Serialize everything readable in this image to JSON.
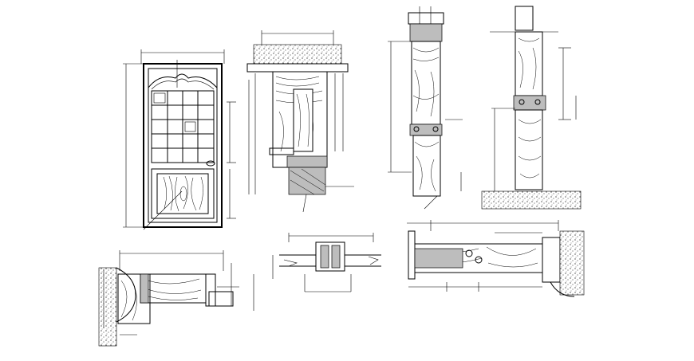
{
  "drawing": {
    "line_color": "#000000",
    "background": "#ffffff",
    "hatch_color": "#bdbdbd"
  },
  "views": {
    "door_elevation": {
      "icon": "door-elevation-drawing"
    },
    "vertical_section_top": {
      "icon": "head-section-drawing"
    },
    "vertical_section_mid": {
      "icon": "mid-rail-section-drawing"
    },
    "vertical_section_right": {
      "icon": "stile-section-drawing"
    },
    "plan_left": {
      "icon": "jamb-plan-drawing"
    },
    "plan_mid": {
      "icon": "stop-plan-drawing"
    },
    "plan_right": {
      "icon": "frame-plan-drawing"
    }
  }
}
